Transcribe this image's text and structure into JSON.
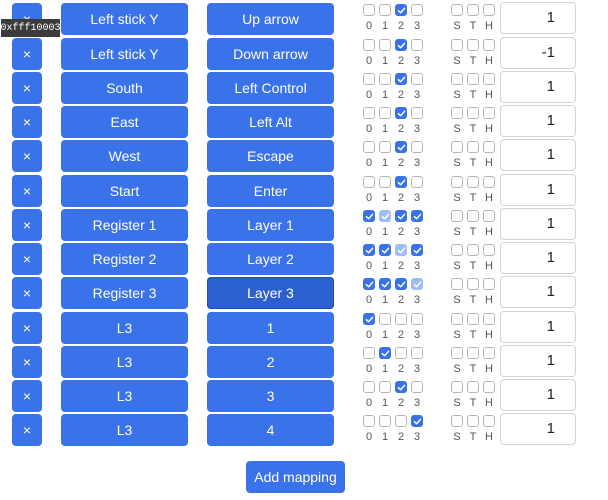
{
  "tooltip": "0xfff10003",
  "add_button": "Add mapping",
  "checkbox_labels": [
    "0",
    "1",
    "2",
    "3",
    "S",
    "T",
    "H"
  ],
  "mappings": [
    {
      "delete": "×",
      "source": "Left stick Y",
      "target": "Up arrow",
      "layers": [
        "off",
        "off",
        "on",
        "off"
      ],
      "modifiers": [
        "off",
        "off",
        "off"
      ],
      "value": "1"
    },
    {
      "delete": "×",
      "source": "Left stick Y",
      "target": "Down arrow",
      "layers": [
        "off",
        "off",
        "on",
        "off"
      ],
      "modifiers": [
        "off",
        "off",
        "off"
      ],
      "value": "-1"
    },
    {
      "delete": "×",
      "source": "South",
      "target": "Left Control",
      "layers": [
        "off",
        "off",
        "on",
        "off"
      ],
      "modifiers": [
        "off",
        "off",
        "off"
      ],
      "value": "1"
    },
    {
      "delete": "×",
      "source": "East",
      "target": "Left Alt",
      "layers": [
        "off",
        "off",
        "on",
        "off"
      ],
      "modifiers": [
        "off",
        "off",
        "off"
      ],
      "value": "1"
    },
    {
      "delete": "×",
      "source": "West",
      "target": "Escape",
      "layers": [
        "off",
        "off",
        "on",
        "off"
      ],
      "modifiers": [
        "off",
        "off",
        "off"
      ],
      "value": "1"
    },
    {
      "delete": "×",
      "source": "Start",
      "target": "Enter",
      "layers": [
        "off",
        "off",
        "on",
        "off"
      ],
      "modifiers": [
        "off",
        "off",
        "off"
      ],
      "value": "1"
    },
    {
      "delete": "×",
      "source": "Register 1",
      "target": "Layer 1",
      "layers": [
        "on",
        "half",
        "on",
        "on"
      ],
      "modifiers": [
        "off",
        "off",
        "off"
      ],
      "value": "1"
    },
    {
      "delete": "×",
      "source": "Register 2",
      "target": "Layer 2",
      "layers": [
        "on",
        "on",
        "half",
        "on"
      ],
      "modifiers": [
        "off",
        "off",
        "off"
      ],
      "value": "1"
    },
    {
      "delete": "×",
      "source": "Register 3",
      "target": "Layer 3",
      "layers": [
        "on",
        "on",
        "on",
        "half"
      ],
      "modifiers": [
        "off",
        "off",
        "off"
      ],
      "value": "1"
    },
    {
      "delete": "×",
      "source": "L3",
      "target": "1",
      "layers": [
        "on",
        "off",
        "off",
        "off"
      ],
      "modifiers": [
        "off",
        "off",
        "off"
      ],
      "value": "1"
    },
    {
      "delete": "×",
      "source": "L3",
      "target": "2",
      "layers": [
        "off",
        "on",
        "off",
        "off"
      ],
      "modifiers": [
        "off",
        "off",
        "off"
      ],
      "value": "1"
    },
    {
      "delete": "×",
      "source": "L3",
      "target": "3",
      "layers": [
        "off",
        "off",
        "on",
        "off"
      ],
      "modifiers": [
        "off",
        "off",
        "off"
      ],
      "value": "1"
    },
    {
      "delete": "×",
      "source": "L3",
      "target": "4",
      "layers": [
        "off",
        "off",
        "off",
        "on"
      ],
      "modifiers": [
        "off",
        "off",
        "off"
      ],
      "value": "1"
    }
  ]
}
